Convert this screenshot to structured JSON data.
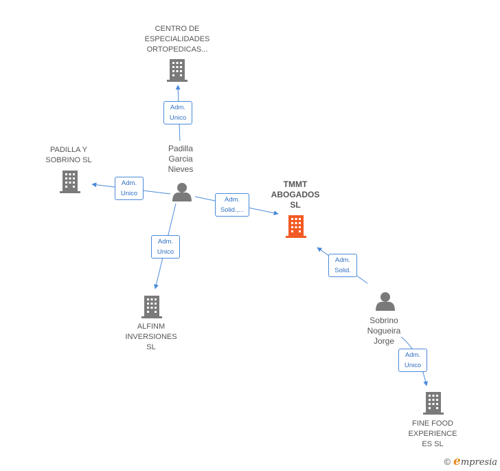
{
  "nodes": {
    "centro": {
      "label": "CENTRO DE\nESPECIALIDADES\nORTOPEDICAS...",
      "icon": "building-icon"
    },
    "padilla_sobrino": {
      "label": "PADILLA Y\nSOBRINO  SL",
      "icon": "building-icon"
    },
    "tmmt": {
      "label": "TMMT\nABOGADOS\nSL",
      "icon": "building-icon"
    },
    "alfinm": {
      "label": "ALFINM\nINVERSIONES\nSL",
      "icon": "building-icon"
    },
    "fine_food": {
      "label": "FINE FOOD\nEXPERIENCE\nES  SL",
      "icon": "building-icon"
    },
    "padilla_person": {
      "label": "Padilla\nGarcia\nNieves",
      "icon": "person-icon"
    },
    "sobrino_person": {
      "label": "Sobrino\nNogueira\nJorge",
      "icon": "person-icon"
    }
  },
  "edges": {
    "to_centro": "Adm.\nUnico",
    "to_padilla_sobrino": "Adm.\nUnico",
    "to_tmmt_padilla": "Adm.\nSolid.,...",
    "to_alfinm": "Adm.\nUnico",
    "to_tmmt_sobrino": "Adm.\nSolid.",
    "to_fine_food": "Adm.\nUnico"
  },
  "colors": {
    "edge": "#4a8ad8",
    "building": "#7a7a7a",
    "building_main": "#f15a24",
    "person": "#7a7a7a"
  },
  "footer": {
    "copyright": "©",
    "brand_initial": "e",
    "brand_rest": "mpresia"
  }
}
